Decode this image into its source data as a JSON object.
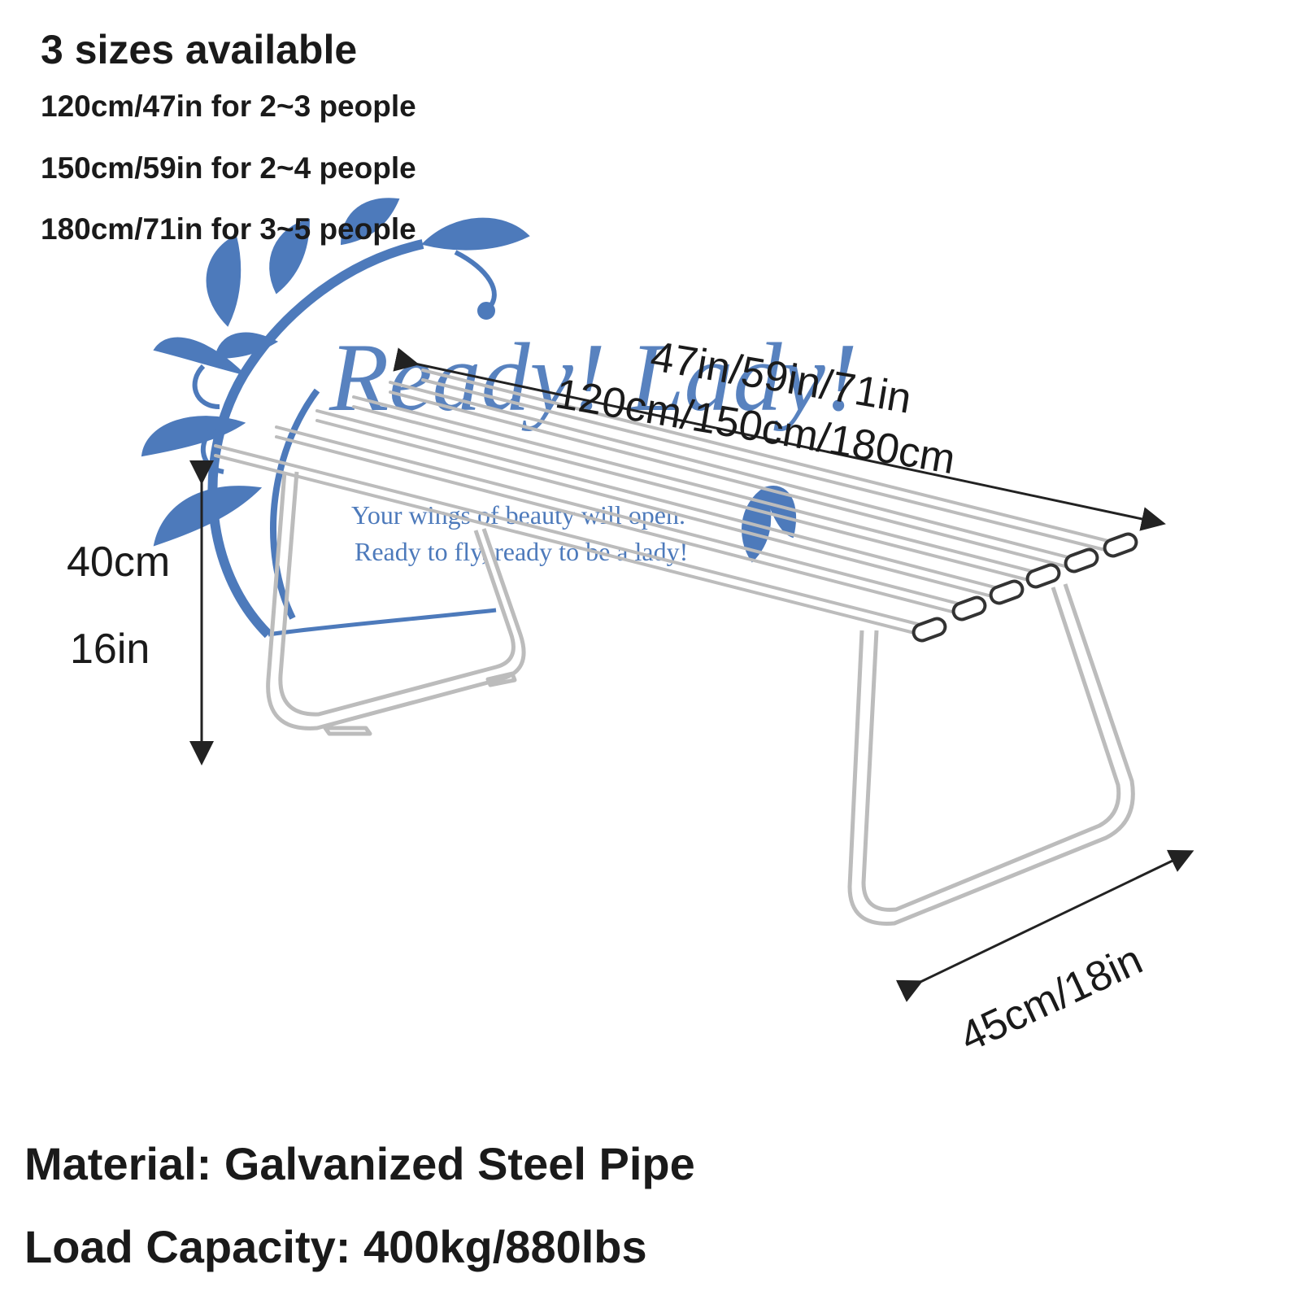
{
  "header": {
    "title": "3 sizes available",
    "sizes": [
      "120cm/47in for 2~3 people",
      "150cm/59in for 2~4 people",
      "180cm/71in for 3~5 people"
    ]
  },
  "dimensions": {
    "length_in": "47in/59in/71in",
    "length_cm": "120cm/150cm/180cm",
    "height_cm": "40cm",
    "height_in": "16in",
    "depth": "45cm/18in"
  },
  "watermark": {
    "brand": "Ready! Lady!",
    "tagline_1": "Your wings of beauty will open.",
    "tagline_2": "Ready to fly, ready to be a lady!",
    "color": "#2f63b0"
  },
  "footer": {
    "material": "Material: Galvanized Steel Pipe",
    "load": "Load Capacity: 400kg/880lbs"
  }
}
